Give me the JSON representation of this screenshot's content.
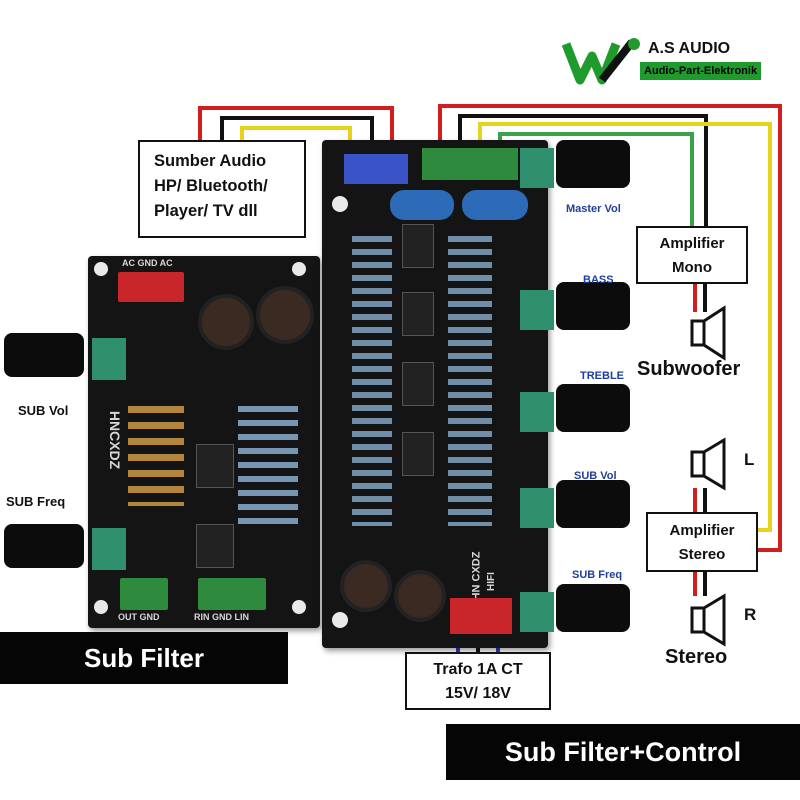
{
  "logo": {
    "brand": "A.S AUDIO",
    "tagline": "Audio-Part-Elektronik",
    "colors": {
      "green": "#1e9b2c",
      "black": "#111111"
    }
  },
  "source_box": {
    "line1": "Sumber Audio",
    "line2": "HP/ Bluetooth/",
    "line3": "Player/ TV dll"
  },
  "amp_mono": {
    "line1": "Amplifier",
    "line2": "Mono"
  },
  "subwoofer_label": "Subwoofer",
  "speaker_l_label": "L",
  "amp_stereo": {
    "line1": "Amplifier",
    "line2": "Stereo"
  },
  "speaker_r_label": "R",
  "stereo_label": "Stereo",
  "trafo_box": {
    "line1": "Trafo 1A CT",
    "line2": "15V/ 18V"
  },
  "left_board": {
    "sub_vol_label": "SUB Vol",
    "sub_freq_label": "SUB Freq",
    "banner": "Sub Filter",
    "model": "HNCXDZ",
    "silk_top": "AC GND AC",
    "silk_out": "OUT GND",
    "silk_in": "RIN GND LIN"
  },
  "right_board": {
    "labels": [
      "Master Vol",
      "BASS",
      "TREBLE",
      "SUB Vol",
      "SUB Freq"
    ],
    "banner": "Sub Filter+Control",
    "model": "HN CXDZ",
    "model2": "HIFI"
  },
  "colors": {
    "pcb": "#141414",
    "wire_red": "#d11f1f",
    "wire_yellow": "#e7d21e",
    "wire_green": "#3aa34a",
    "wire_black": "#111111",
    "label_blue": "#1f3f9a",
    "terminal_red": "#c8262a",
    "terminal_green": "#2e8b3d",
    "knob": "#0c0c0c",
    "pot_green": "#2f8f6d"
  }
}
